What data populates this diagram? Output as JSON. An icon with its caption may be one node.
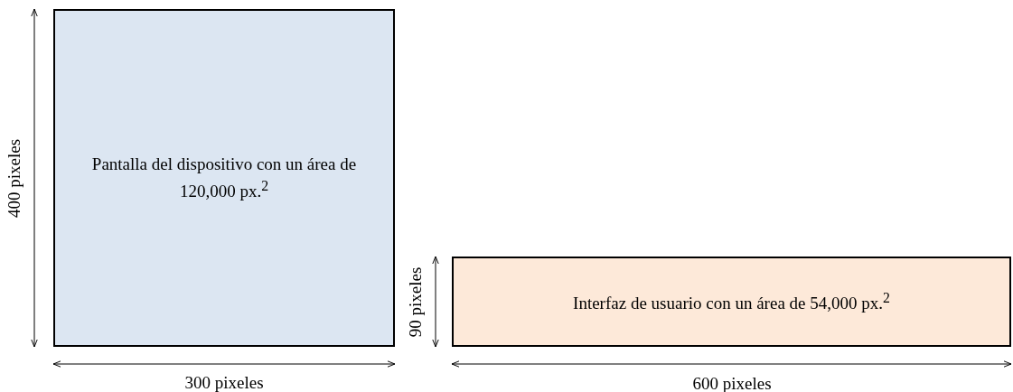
{
  "diagram": {
    "nodes": [
      {
        "text": [
          "Pantalla del dispositivo con un área de 120,000 px.$^{2}$"
        ]
      },
      {
        "text": [
          "Interfaz de usuario con un área de 54,000 px.$^{2}$"
        ]
      }
    ],
    "labels": [
      "400 pixeles",
      "300 pixeles",
      "90 pixeles",
      "600 pixeles"
    ]
  }
}
